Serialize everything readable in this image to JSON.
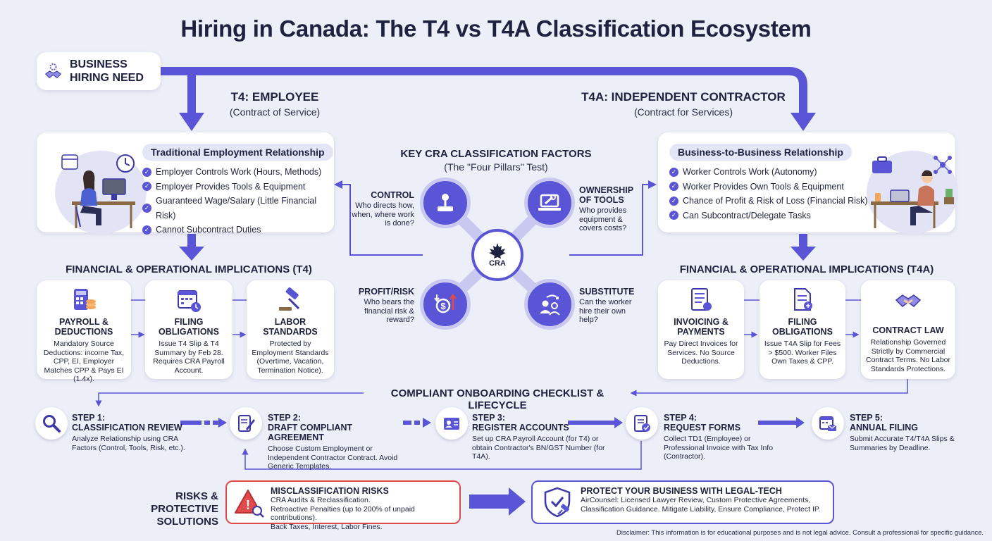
{
  "title": "Hiring in Canada: The T4 vs T4A Classification Ecosystem",
  "business_need": {
    "label": "BUSINESS HIRING NEED",
    "icon": "handshake-gear-icon"
  },
  "t4": {
    "heading": "T4: EMPLOYEE",
    "subheading": "(Contract of Service)",
    "relationship": {
      "title": "Traditional Employment Relationship",
      "items": [
        "Employer Controls Work (Hours, Methods)",
        "Employer Provides Tools & Equipment",
        "Guaranteed Wage/Salary (Little Financial Risk)",
        "Cannot Subcontract Duties"
      ]
    },
    "implications_heading": "FINANCIAL & OPERATIONAL IMPLICATIONS (T4)",
    "implications": [
      {
        "title": "PAYROLL & DEDUCTIONS",
        "desc": "Mandatory Source Deductions: income Tax, CPP, EI, Employer Matches CPP & Pays EI (1.4x).",
        "icon": "calculator-coins-icon"
      },
      {
        "title": "FILING OBLIGATIONS",
        "desc": "Issue T4 Slip & T4 Summary by Feb 28. Requires CRA Payroll Account.",
        "icon": "calendar-clock-icon"
      },
      {
        "title": "LABOR STANDARDS",
        "desc": "Protected by Employment Standards (Overtime, Vacation, Termination Notice).",
        "icon": "gavel-icon"
      }
    ]
  },
  "t4a": {
    "heading": "T4A: INDEPENDENT CONTRACTOR",
    "subheading": "(Contract for Services)",
    "relationship": {
      "title": "Business-to-Business Relationship",
      "items": [
        "Worker Controls Work (Autonomy)",
        "Worker Provides Own Tools & Equipment",
        "Chance of Profit & Risk of Loss (Financial Risk)",
        "Can Subcontract/Delegate Tasks"
      ]
    },
    "implications_heading": "FINANCIAL & OPERATIONAL IMPLICATIONS (T4A)",
    "implications": [
      {
        "title": "INVOICING & PAYMENTS",
        "desc": "Pay Direct Invoices for Services. No Source Deductions.",
        "icon": "invoice-icon"
      },
      {
        "title": "FILING OBLIGATIONS",
        "desc": "Issue T4A Slip for Fees > $500. Worker Files Own Taxes & CPP.",
        "icon": "document-icon"
      },
      {
        "title": "CONTRACT LAW",
        "desc": "Relationship Governed Strictly by Commercial Contract Terms. No Labor Standards Protections.",
        "icon": "handshake-icon"
      }
    ]
  },
  "factors": {
    "heading": "KEY CRA CLASSIFICATION FACTORS",
    "subheading": "(The \"Four Pillars\" Test)",
    "hub_label": "CRA",
    "items": [
      {
        "title": "CONTROL",
        "desc": "Who directs how, when, where work is done?",
        "icon": "joystick-icon"
      },
      {
        "title": "OWNERSHIP OF TOOLS",
        "desc": "Who provides equipment & covers costs?",
        "icon": "laptop-wrench-icon"
      },
      {
        "title": "PROFIT/RISK",
        "desc": "Who bears the financial risk & reward?",
        "icon": "dollar-arrows-icon"
      },
      {
        "title": "SUBSTITUTE",
        "desc": "Can the worker hire their own help?",
        "icon": "people-arrow-icon"
      }
    ]
  },
  "checklist": {
    "heading": "COMPLIANT ONBOARDING CHECKLIST & LIFECYCLE",
    "steps": [
      {
        "label": "STEP 1:",
        "title": "CLASSIFICATION REVIEW",
        "desc": "Analyze Relationship using CRA Factors (Control, Tools, Risk, etc.).",
        "icon": "magnifier-icon"
      },
      {
        "label": "STEP 2:",
        "title": "DRAFT COMPLIANT AGREEMENT",
        "desc": "Choose Custom Employment or Independent Contractor Contract. Avoid Generic Templates.",
        "icon": "document-pen-icon"
      },
      {
        "label": "STEP 3:",
        "title": "REGISTER ACCOUNTS",
        "desc": "Set up CRA Payroll Account (for T4) or obtain Contractor's BN/GST Number (for T4A).",
        "icon": "id-card-icon"
      },
      {
        "label": "STEP 4:",
        "title": "REQUEST FORMS",
        "desc": "Collect TD1 (Employee) or Professional Invoice with Tax Info (Contractor).",
        "icon": "form-check-icon"
      },
      {
        "label": "STEP 5:",
        "title": "ANNUAL FILING",
        "desc": "Submit Accurate T4/T4A Slips & Summaries by Deadline.",
        "icon": "calendar-mail-icon"
      }
    ]
  },
  "risks": {
    "label": "RISKS & PROTECTIVE SOLUTIONS",
    "misclassification": {
      "title": "MISCLASSIFICATION RISKS",
      "lines": [
        "CRA Audits & Reclassification.",
        "Retroactive Penalties (up to 200% of unpaid contributions).",
        "Back Taxes, Interest, Labor Fines."
      ],
      "icon": "warning-magnifier-icon"
    },
    "protect": {
      "title": "PROTECT YOUR BUSINESS WITH LEGAL-TECH",
      "lines": [
        "AirCounsel: Licensed Lawyer Review, Custom Protective Agreements,",
        "Classification Guidance. Mitigate Liability, Ensure Compliance, Protect IP."
      ],
      "icon": "shield-gavel-icon"
    }
  },
  "disclaimer": "Disclaimer: This information is for educational purposes and is not legal advice. Consult a professional for specific guidance.",
  "colors": {
    "accent": "#5a55d6",
    "accent_light": "#c9c8f1",
    "risk": "#e04a4a",
    "background": "#eceef8"
  }
}
